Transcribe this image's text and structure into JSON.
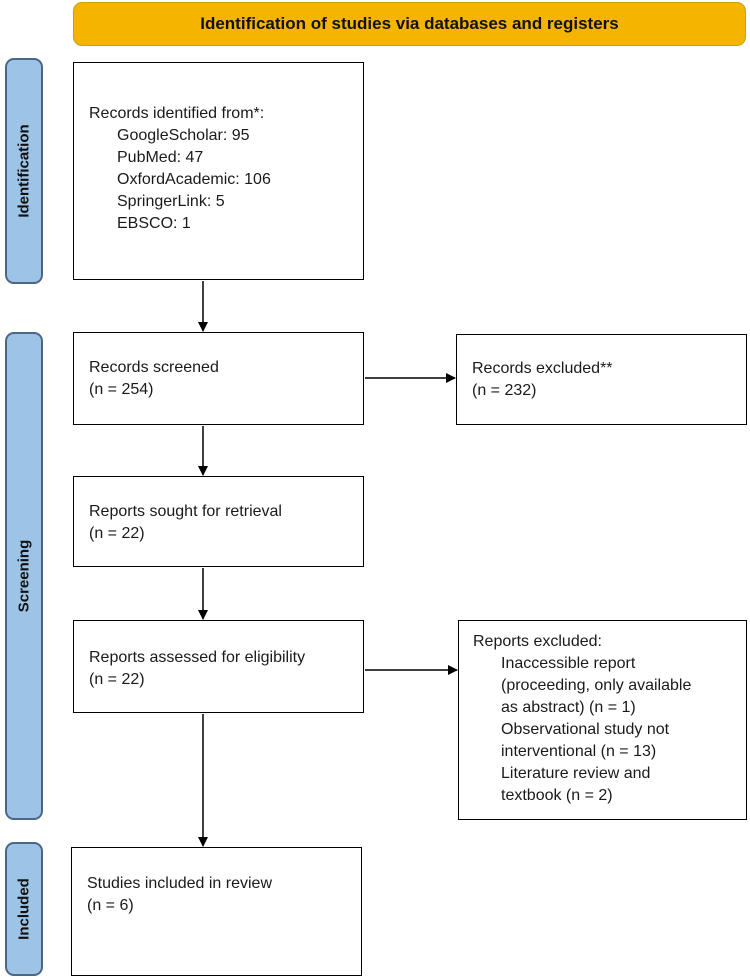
{
  "header": {
    "title": "Identification of studies via databases and registers"
  },
  "stages": {
    "identification": "Identification",
    "screening": "Screening",
    "included": "Included"
  },
  "boxes": {
    "identified": {
      "title": "Records identified from*:",
      "sources": [
        "GoogleScholar: 95",
        "PubMed: 47",
        "OxfordAcademic: 106",
        "SpringerLink: 5",
        "EBSCO: 1"
      ]
    },
    "screened": {
      "title": "Records screened",
      "n": "(n = 254)"
    },
    "excluded": {
      "title": "Records excluded**",
      "n": "(n = 232)"
    },
    "sought": {
      "title": "Reports sought for retrieval",
      "n": "(n = 22)"
    },
    "assessed": {
      "title": "Reports assessed for eligibility",
      "n": "(n = 22)"
    },
    "reports_excluded": {
      "title": "Reports excluded:",
      "lines": [
        "Inaccessible report",
        "(proceeding, only available",
        "as abstract) (n = 1)",
        "Observational study not",
        "interventional (n = 13)",
        "Literature review and",
        "textbook (n = 2)"
      ]
    },
    "included": {
      "title": "Studies included in review",
      "n": "(n = 6)"
    }
  },
  "colors": {
    "banner": "#f4b400",
    "stage": "#9dc3e6",
    "stage_border": "#4a6785"
  }
}
